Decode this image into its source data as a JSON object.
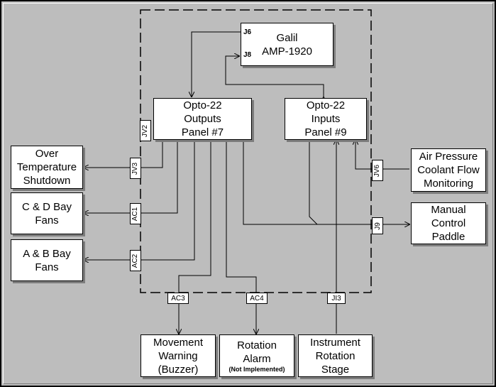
{
  "galil": {
    "lines": [
      "Galil",
      "AMP-1920"
    ],
    "j6": "J6",
    "j8": "J8"
  },
  "outputs_panel": {
    "lines": [
      "Opto-22",
      "Outputs",
      "Panel #7"
    ]
  },
  "inputs_panel": {
    "lines": [
      "Opto-22",
      "Inputs",
      "Panel #9"
    ]
  },
  "over_temp": {
    "lines": [
      "Over",
      "Temperature",
      "Shutdown"
    ]
  },
  "cd_fans": {
    "lines": [
      "C & D Bay",
      "Fans"
    ]
  },
  "ab_fans": {
    "lines": [
      "A & B Bay",
      "Fans"
    ]
  },
  "air_pressure": {
    "lines": [
      "Air Pressure",
      "Coolant Flow",
      "Monitoring"
    ]
  },
  "manual_paddle": {
    "lines": [
      "Manual",
      "Control",
      "Paddle"
    ]
  },
  "movement_warning": {
    "lines": [
      "Movement",
      "Warning",
      "(Buzzer)"
    ]
  },
  "rotation_alarm": {
    "lines": [
      "Rotation",
      "Alarm"
    ],
    "note": "(Not Implemented)"
  },
  "instrument_stage": {
    "lines": [
      "Instrument",
      "Rotation",
      "Stage"
    ]
  },
  "connectors": {
    "jv2": "JV2",
    "jv3": "JV3",
    "ac1": "AC1",
    "ac2": "AC2",
    "ac3": "AC3",
    "ac4": "AC4",
    "ji3": "JI3",
    "jv6": "JV6",
    "j9": "J9"
  },
  "colors": {
    "background": "#c0c0c0",
    "box_fill": "#ffffff",
    "shadow": "#7d7d7d",
    "line": "#000000"
  }
}
